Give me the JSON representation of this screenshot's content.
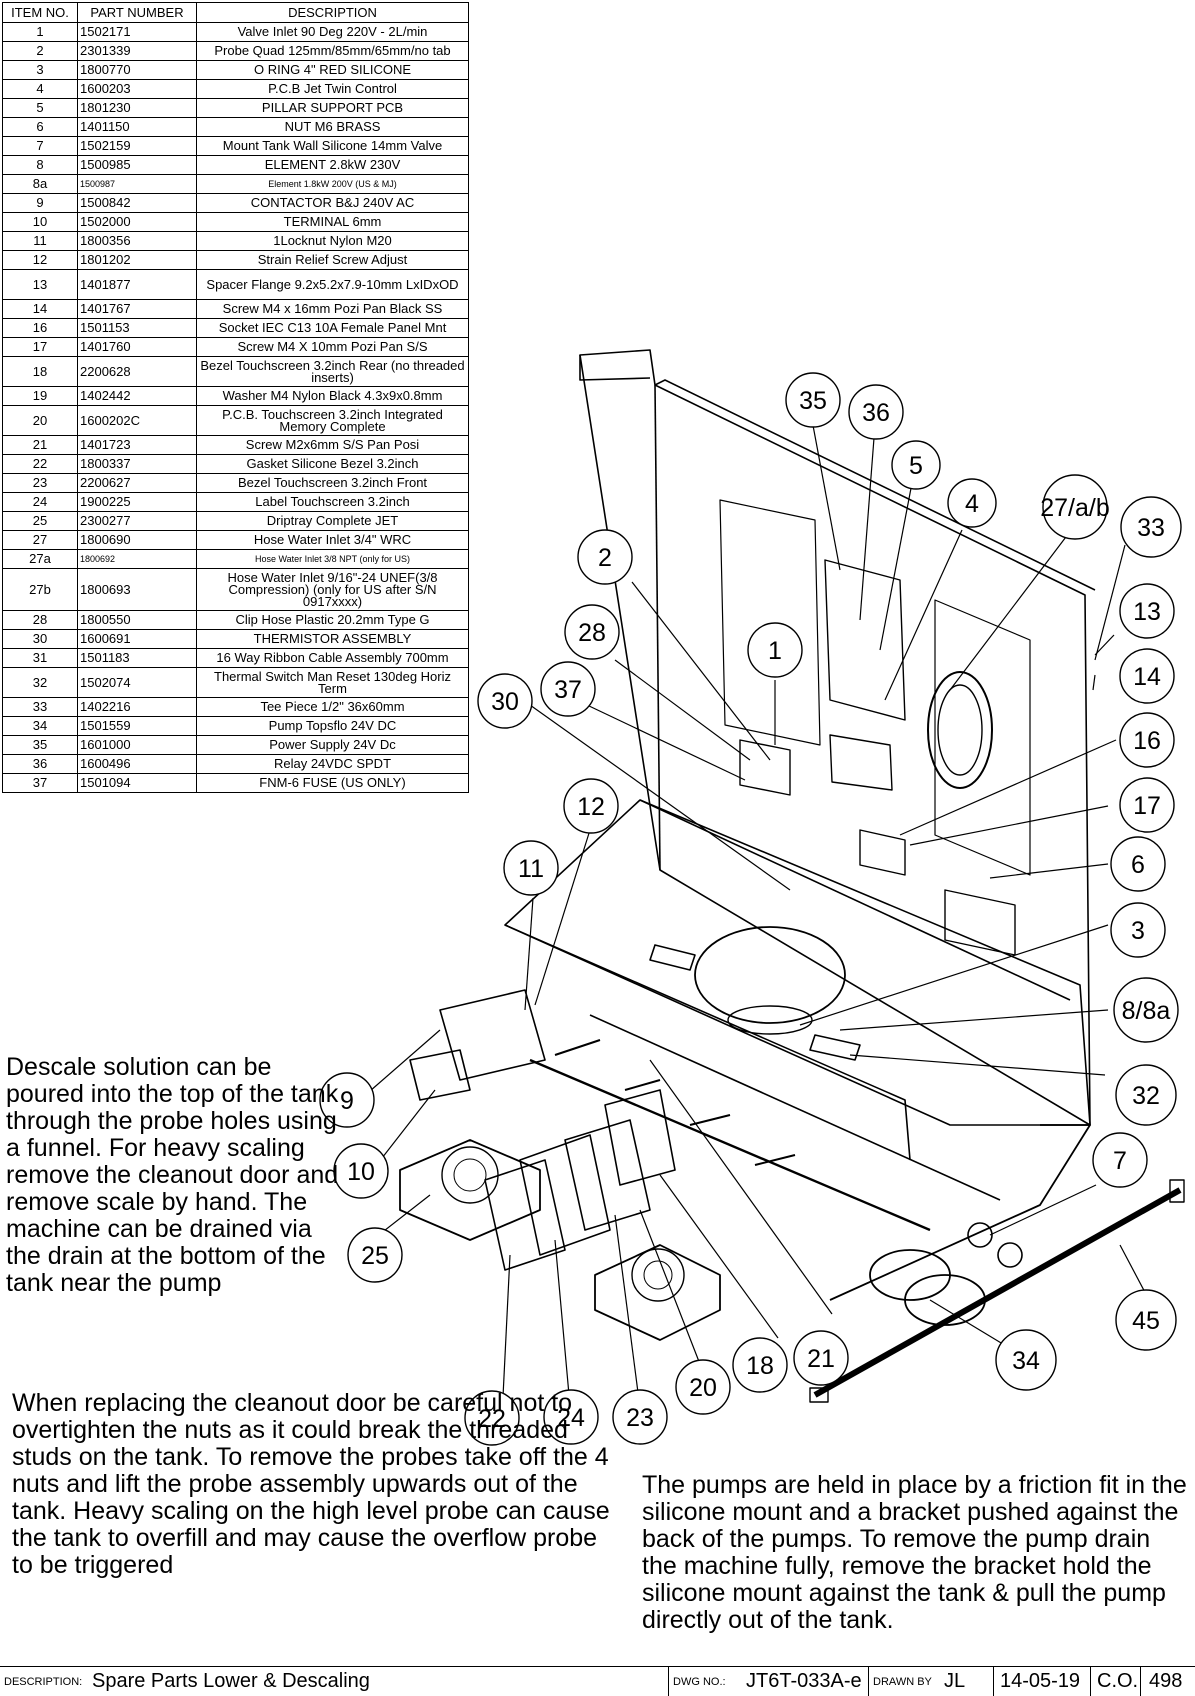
{
  "parts_table": {
    "headers": [
      "ITEM NO.",
      "PART NUMBER",
      "DESCRIPTION"
    ],
    "rows": [
      {
        "item": "1",
        "part": "1502171",
        "desc": "Valve Inlet 90 Deg 220V - 2L/min"
      },
      {
        "item": "2",
        "part": "2301339",
        "desc": "Probe Quad 125mm/85mm/65mm/no tab"
      },
      {
        "item": "3",
        "part": "1800770",
        "desc": "O RING 4\" RED SILICONE"
      },
      {
        "item": "4",
        "part": "1600203",
        "desc": "P.C.B Jet Twin  Control"
      },
      {
        "item": "5",
        "part": "1801230",
        "desc": "PILLAR SUPPORT PCB"
      },
      {
        "item": "6",
        "part": "1401150",
        "desc": "NUT M6 BRASS"
      },
      {
        "item": "7",
        "part": "1502159",
        "desc": "Mount Tank Wall Silicone 14mm Valve"
      },
      {
        "item": "8",
        "part": "1500985",
        "desc": "ELEMENT 2.8kW 230V"
      },
      {
        "item": "8a",
        "part": "1500987",
        "desc": "Element 1.8kW 200V     (US & MJ)",
        "small": true
      },
      {
        "item": "9",
        "part": "1500842",
        "desc": "CONTACTOR B&J 240V AC"
      },
      {
        "item": "10",
        "part": "1502000",
        "desc": "TERMINAL 6mm"
      },
      {
        "item": "11",
        "part": "1800356",
        "desc": "1Locknut Nylon M20"
      },
      {
        "item": "12",
        "part": "1801202",
        "desc": "Strain Relief Screw Adjust"
      },
      {
        "item": "13",
        "part": "1401877",
        "desc": "Spacer Flange 9.2x5.2x7.9-10mm LxIDxOD"
      },
      {
        "item": "14",
        "part": "1401767",
        "desc": "Screw M4 x 16mm Pozi Pan Black SS"
      },
      {
        "item": "16",
        "part": "1501153",
        "desc": "Socket IEC C13 10A Female Panel Mnt"
      },
      {
        "item": "17",
        "part": "1401760",
        "desc": "Screw M4 X 10mm Pozi Pan S/S"
      },
      {
        "item": "18",
        "part": "2200628",
        "desc": "Bezel Touchscreen 3.2inch Rear (no threaded inserts)"
      },
      {
        "item": "19",
        "part": "1402442",
        "desc": "Washer M4 Nylon Black 4.3x9x0.8mm"
      },
      {
        "item": "20",
        "part": "1600202C",
        "desc": "P.C.B. Touchscreen 3.2inch Integrated Memory Complete"
      },
      {
        "item": "21",
        "part": "1401723",
        "desc": "Screw M2x6mm S/S Pan Posi"
      },
      {
        "item": "22",
        "part": "1800337",
        "desc": "Gasket Silicone Bezel 3.2inch"
      },
      {
        "item": "23",
        "part": "2200627",
        "desc": "Bezel Touchscreen 3.2inch Front"
      },
      {
        "item": "24",
        "part": "1900225",
        "desc": "Label Touchscreen 3.2inch"
      },
      {
        "item": "25",
        "part": "2300277",
        "desc": "Driptray Complete JET"
      },
      {
        "item": "27",
        "part": "1800690",
        "desc": "Hose Water Inlet 3/4\" WRC"
      },
      {
        "item": "27a",
        "part": "1800692",
        "desc": "Hose Water Inlet 3/8 NPT      (only for US)",
        "small": true
      },
      {
        "item": "27b",
        "part": "1800693",
        "desc": "Hose Water Inlet  9/16\"-24 UNEF(3/8 Compression) (only for US after S/N 0917xxxx)"
      },
      {
        "item": "28",
        "part": "1800550",
        "desc": "Clip Hose Plastic 20.2mm Type G"
      },
      {
        "item": "30",
        "part": "1600691",
        "desc": "THERMISTOR ASSEMBLY"
      },
      {
        "item": "31",
        "part": "1501183",
        "desc": "16 Way Ribbon Cable Assembly 700mm"
      },
      {
        "item": "32",
        "part": "1502074",
        "desc": "Thermal Switch Man Reset 130deg Horiz Term"
      },
      {
        "item": "33",
        "part": "1402216",
        "desc": "Tee Piece 1/2\" 36x60mm"
      },
      {
        "item": "34",
        "part": "1501559",
        "desc": "Pump Topsflo 24V DC"
      },
      {
        "item": "35",
        "part": "1601000",
        "desc": "Power Supply 24V Dc"
      },
      {
        "item": "36",
        "part": "1600496",
        "desc": "Relay 24VDC SPDT"
      },
      {
        "item": "37",
        "part": "1501094",
        "desc": "FNM-6  FUSE (US ONLY)"
      }
    ]
  },
  "callouts": [
    "35",
    "36",
    "5",
    "4",
    "27/a/b",
    "33",
    "13",
    "14",
    "16",
    "17",
    "6",
    "3",
    "8/8a",
    "32",
    "7",
    "45",
    "34",
    "21",
    "18",
    "20",
    "23",
    "24",
    "22",
    "25",
    "10",
    "9",
    "11",
    "12",
    "30",
    "37",
    "28",
    "2",
    "1"
  ],
  "notes": {
    "descale": "Descale solution can be poured into the top of the tank through the probe holes using a funnel. For heavy scaling remove the cleanout door and remove scale by hand. The machine can be drained via the drain at the bottom of the tank near the pump",
    "cleanout": "When replacing the cleanout door be careful not to overtighten the nuts as it could break the threaded studs on the tank. To remove the probes take off the 4 nuts and lift the probe assembly upwards out of the tank. Heavy scaling on the high level probe can cause the tank to overfill and may cause the overflow probe to be triggered",
    "pumps": "The pumps are held in place by a friction fit in the silicone mount and a bracket pushed against the back of the pumps. To remove the pump drain the machine fully, remove the bracket hold the silicone mount against the tank & pull the pump directly out of the tank."
  },
  "title_block": {
    "description_label": "DESCRIPTION:",
    "description": "Spare Parts Lower & Descaling",
    "dwg_label": "DWG NO.:",
    "dwg_no": "JT6T-033A-e",
    "drawn_label": "DRAWN BY",
    "drawn_by": "JL",
    "date": "14-05-19",
    "co_label": "C.O.",
    "co_no": "498"
  }
}
